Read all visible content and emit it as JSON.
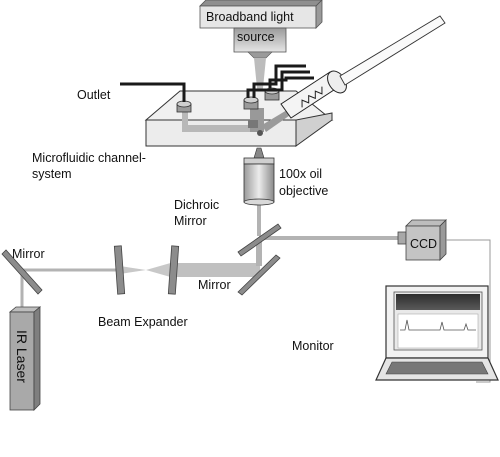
{
  "labels": {
    "light_source_line1": "Broadband light",
    "light_source_line2": "source",
    "outlet": "Outlet",
    "microfluidic_line1": "Microfluidic channel-",
    "microfluidic_line2": "system",
    "objective_line1": "100x oil",
    "objective_line2": "objective",
    "dichroic_line1": "Dichroic",
    "dichroic_line2": "Mirror",
    "mirror_left": "Mirror",
    "mirror_center": "Mirror",
    "ccd": "CCD",
    "beam_expander": "Beam Expander",
    "monitor": "Monitor",
    "ir_laser": "IR Laser"
  },
  "colors": {
    "beam": "#b3b3b3",
    "optic_face": "#8c8c8c",
    "box_face": "#d9d9d9",
    "box_side": "#a6a6a6",
    "tube": "#1a1a1a",
    "screen": "#3a3a3a"
  }
}
